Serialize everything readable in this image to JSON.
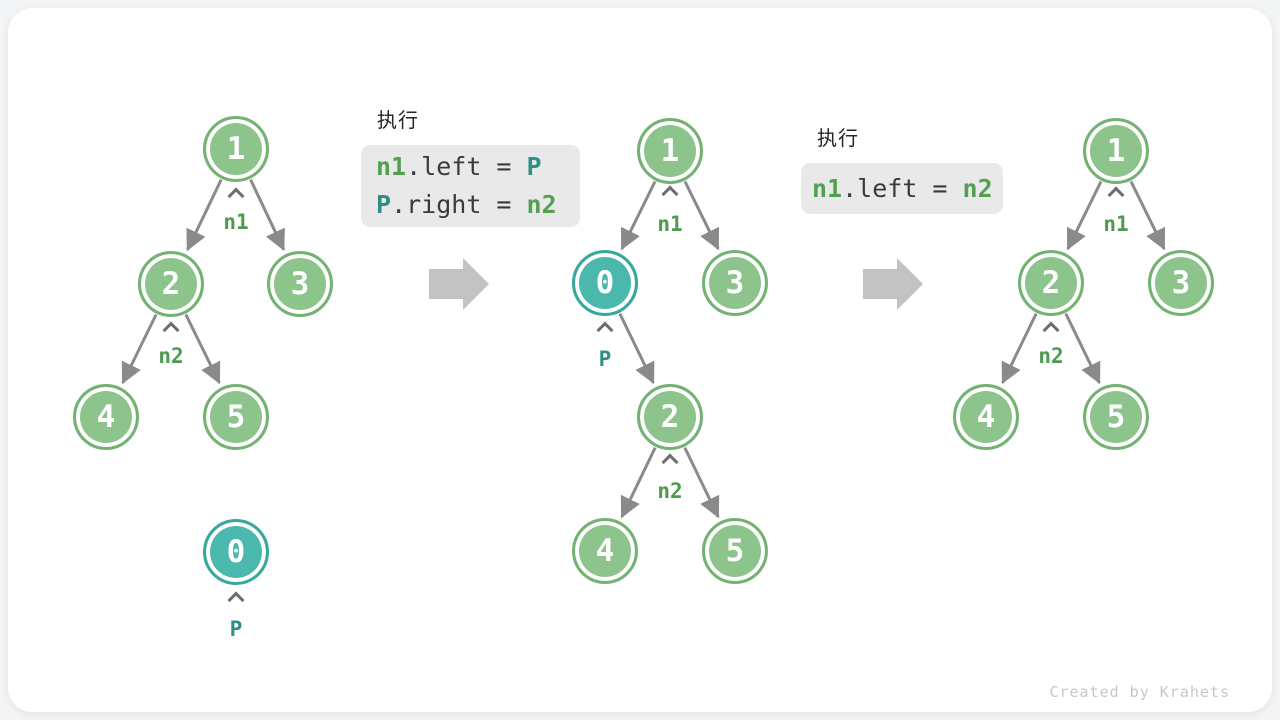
{
  "trees": [
    {
      "name": "initial-tree",
      "nodes": {
        "v1": "1",
        "v2": "2",
        "v3": "3",
        "v4": "4",
        "v5": "5",
        "v0": "0"
      },
      "labels": {
        "n1": "n1",
        "n2": "n2",
        "p": "P"
      }
    },
    {
      "name": "intermediate-tree",
      "nodes": {
        "v1": "1",
        "v0": "0",
        "v3": "3",
        "v2": "2",
        "v4": "4",
        "v5": "5"
      },
      "labels": {
        "n1": "n1",
        "p": "P",
        "n2": "n2"
      }
    },
    {
      "name": "final-tree",
      "nodes": {
        "v1": "1",
        "v2": "2",
        "v3": "3",
        "v4": "4",
        "v5": "5"
      },
      "labels": {
        "n1": "n1",
        "n2": "n2"
      }
    }
  ],
  "code_blocks": [
    {
      "heading": "执行",
      "lines": [
        {
          "a": "n1",
          "b": ".left = ",
          "c": "P"
        },
        {
          "a": "P",
          "b": ".right = ",
          "c": "n2"
        }
      ]
    },
    {
      "heading": "执行",
      "lines": [
        {
          "a": "n1",
          "b": ".left = ",
          "c": "n2"
        }
      ]
    }
  ],
  "icons": {
    "transition_arrow": "arrow-right",
    "pointer_caret": "chevron-up"
  },
  "watermark": "Created by Krahets",
  "colors": {
    "node_green_fill": "#8cc48c",
    "node_green_border": "#74b274",
    "node_teal_fill": "#4bb8ad",
    "node_teal_border": "#38a89c",
    "label_green": "#4e9a4e",
    "label_teal": "#2e8f88",
    "code_token_green": "#51a151",
    "code_token_teal": "#2e8f88",
    "code_text": "#3a3a3a",
    "code_background": "#e9e9e9",
    "edge_gray": "#8a8a8a",
    "big_arrow_gray": "#c3c3c3",
    "watermark_gray": "#c7c7c7",
    "card_background": "#ffffff"
  }
}
